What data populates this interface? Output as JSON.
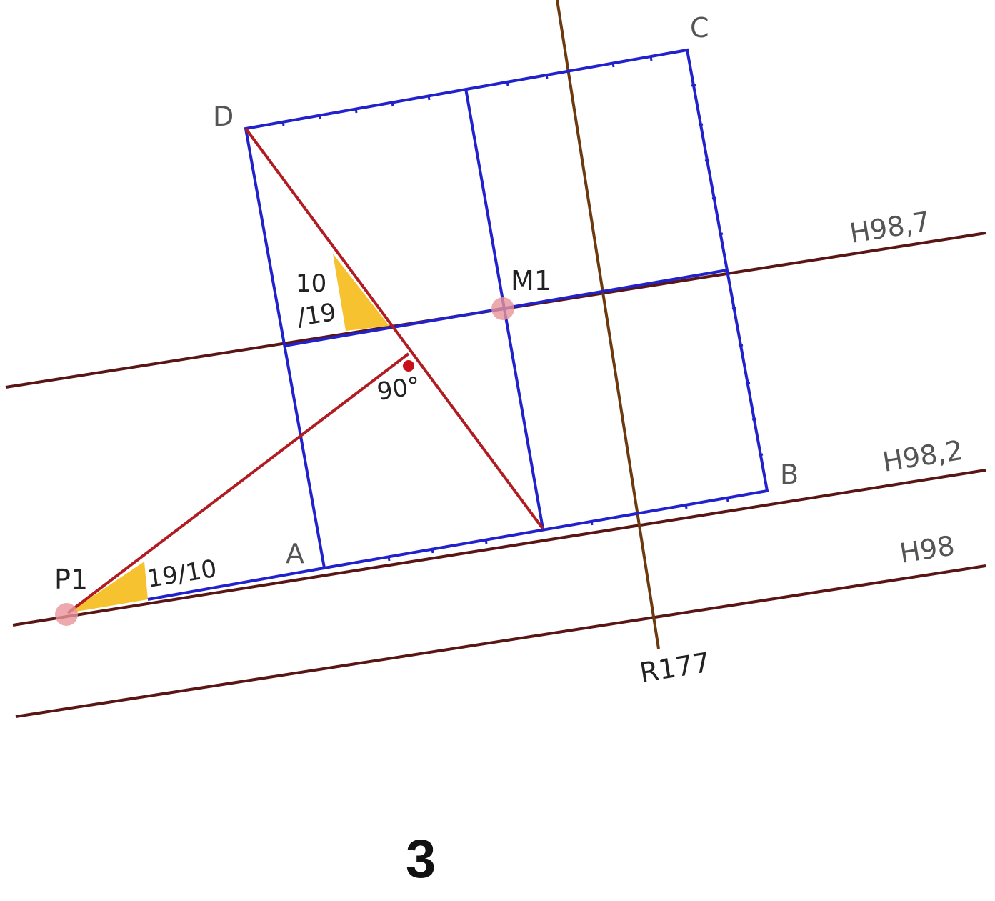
{
  "labels": {
    "corner_a": "A",
    "corner_b": "B",
    "corner_c": "C",
    "corner_d": "D",
    "point_p1": "P1",
    "point_m1": "M1",
    "line_h98_7": "H98,7",
    "line_h98_2": "H98,2",
    "line_h98": "H98",
    "line_r177": "R177",
    "angle_lower": "19/10",
    "angle_upper_top": "10",
    "angle_upper_bottom": "/19",
    "right_angle": "90°",
    "figure_number": "3"
  },
  "colors": {
    "square": "#2222cc",
    "contour_lines": "#5a1515",
    "r177_line": "#6b3a10",
    "construction": "#b01c22",
    "angle_fill": "#f7c22f",
    "point_marker": "#e8959a",
    "right_angle_dot": "#c8101a"
  }
}
